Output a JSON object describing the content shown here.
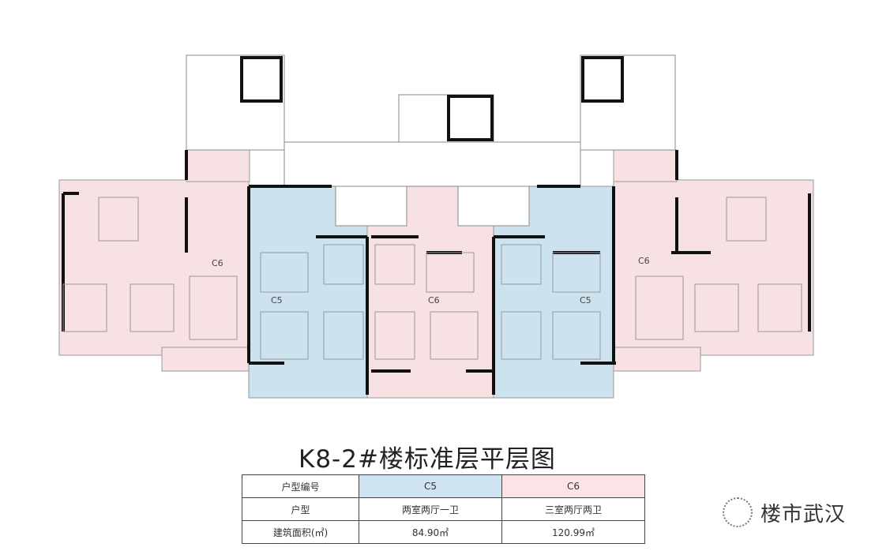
{
  "plan": {
    "title": "K8-2#楼标准层平层图",
    "units": [
      {
        "code": "C6",
        "color": "#f7e1e3"
      },
      {
        "code": "C5",
        "color": "#cde2ef"
      },
      {
        "code": "C6",
        "color": "#f7e1e3"
      },
      {
        "code": "C5",
        "color": "#cde2ef"
      },
      {
        "code": "C6",
        "color": "#f7e1e3"
      }
    ]
  },
  "table": {
    "header": {
      "label": "户型编号",
      "c5": "C5",
      "c6": "C6"
    },
    "rows": [
      {
        "label": "户型",
        "c5": "两室两厅一卫",
        "c6": "三室两厅两卫"
      },
      {
        "label": "建筑面积(㎡)",
        "c5": "84.90㎡",
        "c6": "120.99㎡"
      }
    ],
    "colors": {
      "c5": "#cfe3f0",
      "c6": "#fbe4e6"
    }
  },
  "watermark": {
    "text": "楼市武汉"
  }
}
